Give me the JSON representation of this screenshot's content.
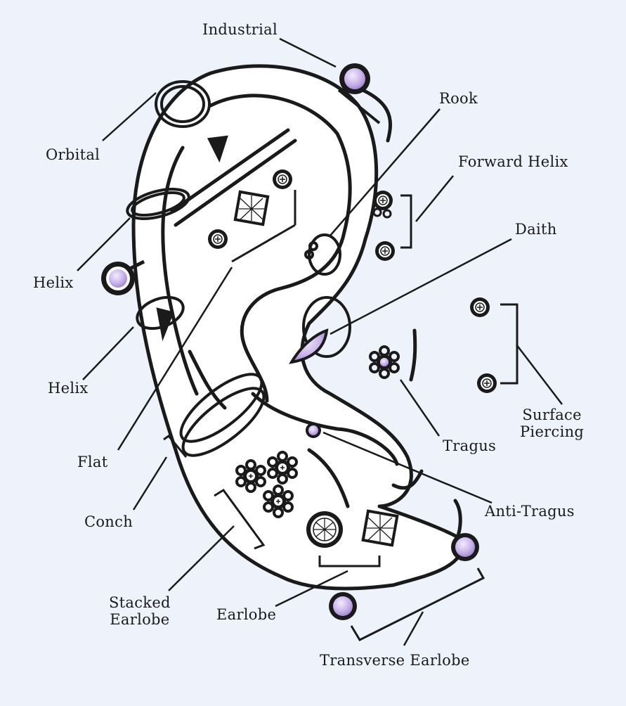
{
  "labels": {
    "industrial": "Industrial",
    "rook": "Rook",
    "orbital": "Orbital",
    "forward_helix": "Forward Helix",
    "daith": "Daith",
    "helix_upper": "Helix",
    "helix_lower": "Helix",
    "surface_piercing": "Surface\nPiercing",
    "tragus": "Tragus",
    "flat": "Flat",
    "anti_tragus": "Anti-Tragus",
    "conch": "Conch",
    "stacked_earlobe": "Stacked\nEarlobe",
    "earlobe": "Earlobe",
    "transverse_earlobe": "Transverse Earlobe"
  },
  "colors": {
    "background": "#eef2fb",
    "ink": "#1a1a1a",
    "gem": "#c9b2ea",
    "gem_light": "#ece2fa",
    "ear_fill": "#ffffff"
  }
}
